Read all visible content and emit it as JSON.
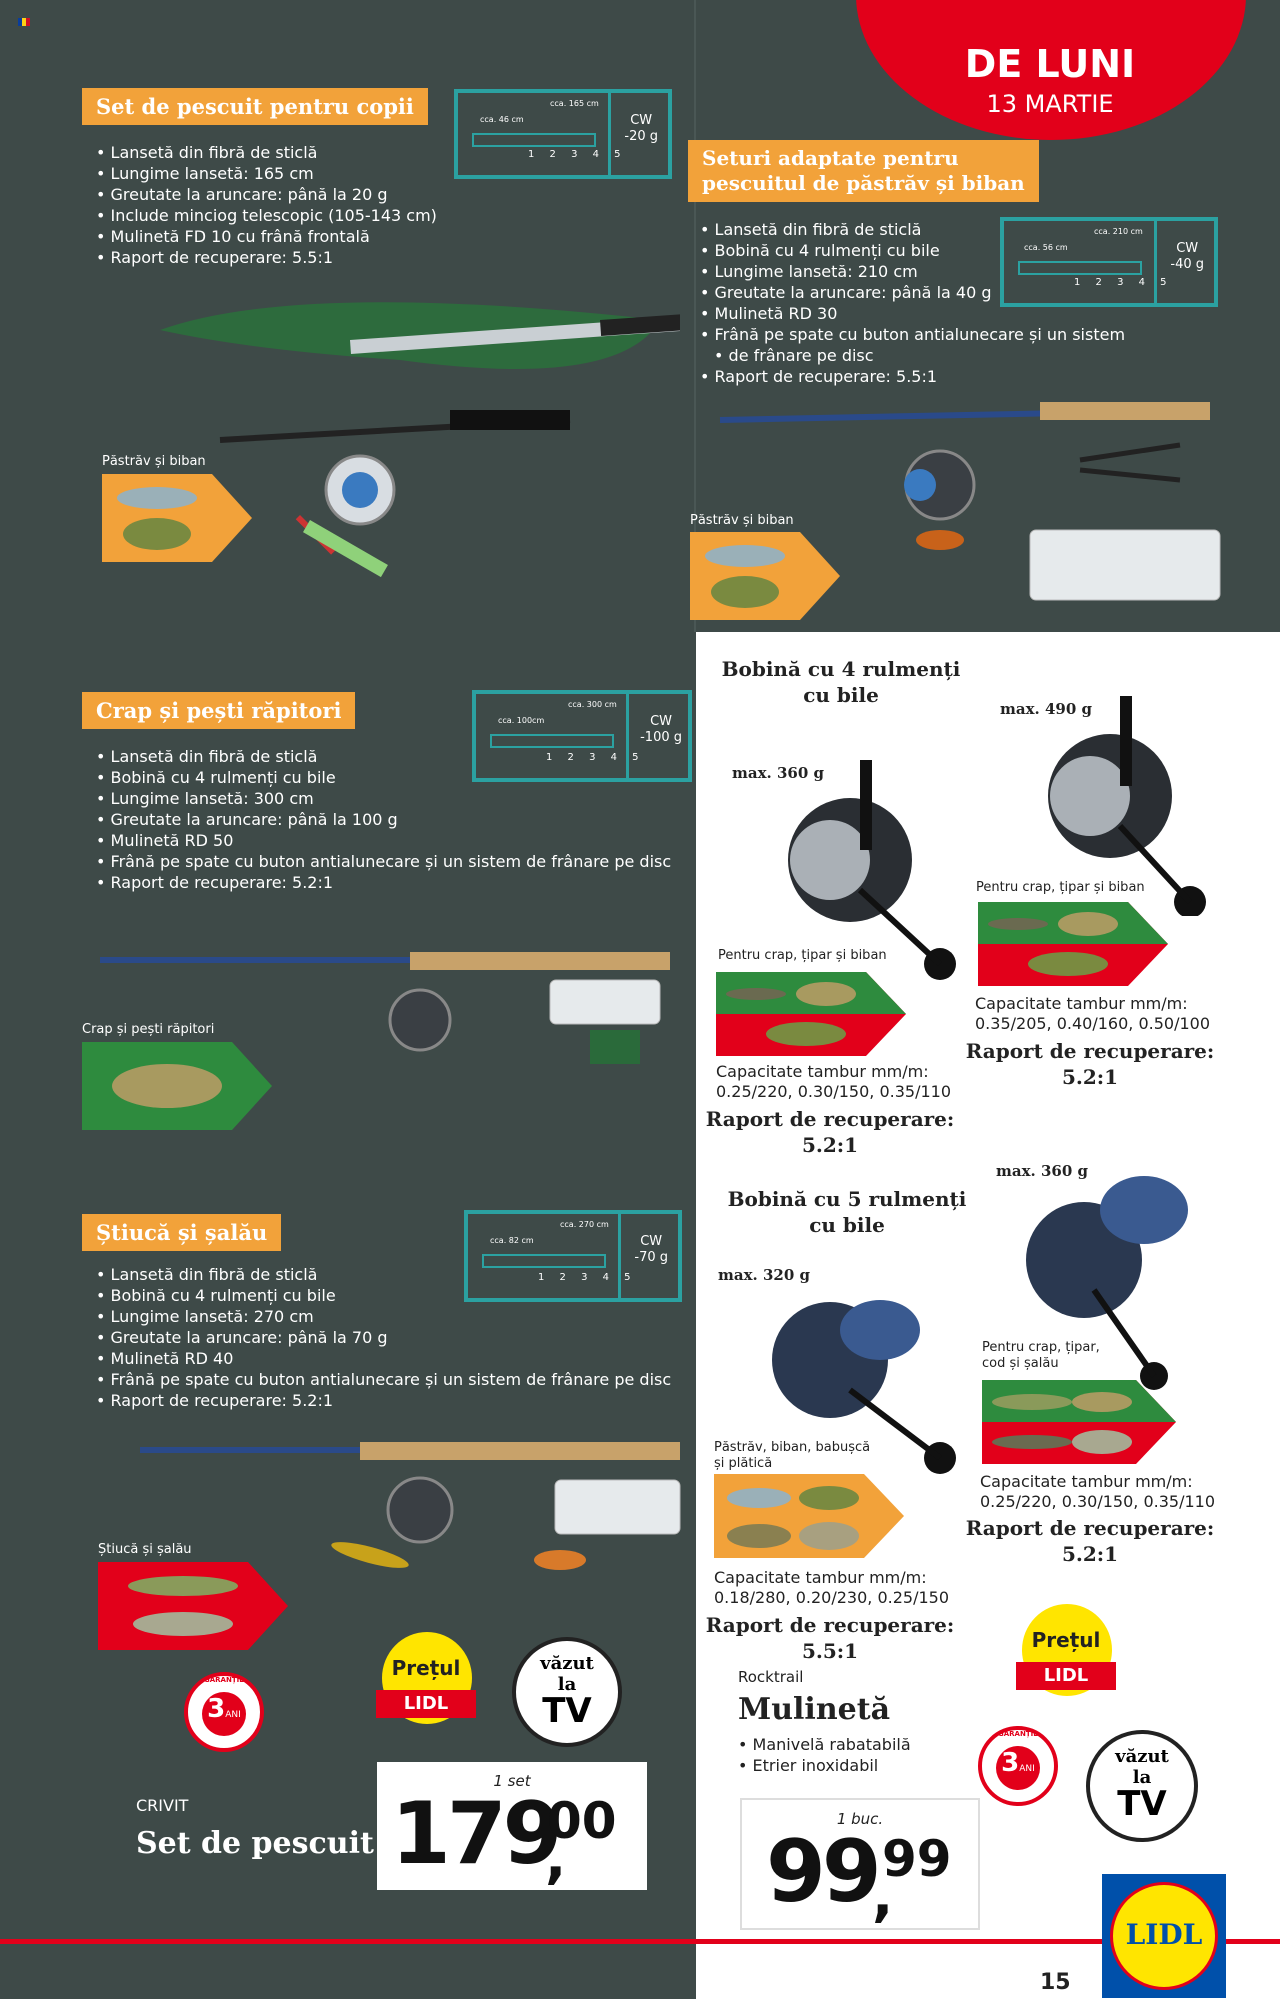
{
  "header": {
    "flag_icon": "romanian-flag-icon",
    "date_line1": "DE LUNI",
    "date_line2": "13 MARTIE"
  },
  "kids_set": {
    "title": "Set de pescuit pentru copii",
    "bullets": [
      "Lansetă din fibră de sticlă",
      "Lungime lansetă: 165 cm",
      "Greutate la aruncare: până la 20 g",
      "Include minciog telescopic (105-143 cm)",
      "Mulinetă FD 10 cu frână frontală",
      "Raport de recuperare: 5.5:1"
    ],
    "cw": {
      "len_short": "cca. 46 cm",
      "len_long": "cca. 165 cm",
      "nums": "1 2 3 4 5",
      "label": "CW",
      "value": "-20 g"
    },
    "fish_label": "Păstrăv și biban"
  },
  "trout_set": {
    "title_line1": "Seturi adaptate pentru",
    "title_line2": "pescuitul de păstrăv și biban",
    "bullets": [
      "Lansetă din fibră de sticlă",
      "Bobină cu 4 rulmenți cu bile",
      "Lungime lansetă: 210 cm",
      "Greutate la aruncare: până la 40 g",
      "Mulinetă RD 30",
      "Frână pe spate cu buton antialunecare și un sistem",
      "de frânare pe disc",
      "Raport de recuperare: 5.5:1"
    ],
    "cw": {
      "len_short": "cca. 56 cm",
      "len_long": "cca. 210 cm",
      "nums": "1 2 3 4 5",
      "label": "CW",
      "value": "-40 g"
    },
    "fish_label": "Păstrăv și biban"
  },
  "carp_set": {
    "title": "Crap și pești răpitori",
    "bullets": [
      "Lansetă din fibră de sticlă",
      "Bobină cu 4 rulmenți cu bile",
      "Lungime lansetă: 300 cm",
      "Greutate la aruncare: până la 100 g",
      "Mulinetă RD 50",
      "Frână pe spate cu buton antialunecare și un sistem de frânare pe disc",
      "Raport de recuperare: 5.2:1"
    ],
    "cw": {
      "len_short": "cca. 100cm",
      "len_long": "cca. 300 cm",
      "nums": "1 2 3 4 5",
      "label": "CW",
      "value": "-100 g"
    },
    "fish_label": "Crap și pești răpitori"
  },
  "pike_set": {
    "title": "Știucă și șalău",
    "bullets": [
      "Lansetă din fibră de sticlă",
      "Bobină cu 4 rulmenți cu bile",
      "Lungime lansetă: 270 cm",
      "Greutate la aruncare: până la 70 g",
      "Mulinetă RD 40",
      "Frână pe spate cu buton antialunecare și un sistem de frânare pe disc",
      "Raport de recuperare: 5.2:1"
    ],
    "cw": {
      "len_short": "cca. 82 cm",
      "len_long": "cca. 270 cm",
      "nums": "1 2 3 4 5",
      "label": "CW",
      "value": "-70 g"
    },
    "fish_label": "Știucă și șalău"
  },
  "reels4": {
    "title_line1": "Bobină cu 4 rulmenți",
    "title_line2": "cu bile",
    "reel_a": {
      "max": "max. 360 g",
      "fish_label": "Pentru crap, țipar și biban",
      "cap_title": "Capacitate tambur mm/m:",
      "cap_values": "0.25/220, 0.30/150, 0.35/110",
      "ratio_label": "Raport de recuperare:",
      "ratio": "5.2:1"
    },
    "reel_b": {
      "max": "max. 490 g",
      "fish_label": "Pentru crap, țipar și biban",
      "cap_title": "Capacitate tambur mm/m:",
      "cap_values": "0.35/205, 0.40/160, 0.50/100",
      "ratio_label": "Raport de recuperare:",
      "ratio": "5.2:1"
    }
  },
  "reels5": {
    "title_line1": "Bobină cu 5 rulmenți",
    "title_line2": "cu bile",
    "reel_a": {
      "max": "max. 320 g",
      "fish_label_line1": "Păstrăv, biban, babușcă",
      "fish_label_line2": "și plătică",
      "cap_title": "Capacitate tambur mm/m:",
      "cap_values": "0.18/280, 0.20/230, 0.25/150",
      "ratio_label": "Raport de recuperare:",
      "ratio": "5.5:1"
    },
    "reel_b": {
      "max": "max. 360 g",
      "fish_label_line1": "Pentru crap, țipar,",
      "fish_label_line2": "cod și șalău",
      "cap_title": "Capacitate tambur mm/m:",
      "cap_values": "0.25/220, 0.30/150, 0.35/110",
      "ratio_label": "Raport de recuperare:",
      "ratio": "5.2:1"
    }
  },
  "offer_set": {
    "brand": "CRIVIT",
    "name": "Set de pescuit",
    "unit": "1 set",
    "price_int": "179",
    "price_dec": "00",
    "pretul_line1": "Prețul",
    "pretul_line2": "LIDL",
    "tv_line1": "văzut",
    "tv_line2": "la",
    "tv_line3": "TV",
    "warranty": "3",
    "warranty_unit": "ANI",
    "warranty_ring": "GARANȚIE"
  },
  "offer_reel": {
    "brand": "Rocktrail",
    "name": "Mulinetă",
    "bullets": [
      "Manivelă rabatabilă",
      "Etrier inoxidabil"
    ],
    "unit": "1 buc.",
    "price_int": "99",
    "price_dec": "99",
    "pretul_line1": "Prețul",
    "pretul_line2": "LIDL",
    "tv_line1": "văzut",
    "tv_line2": "la",
    "tv_line3": "TV",
    "warranty": "3",
    "warranty_unit": "ANI",
    "warranty_ring": "GARANȚIE"
  },
  "footer": {
    "logo": "LIDL",
    "page_number": "15"
  },
  "colors": {
    "panel": "#3e4a48",
    "accent_orange": "#f2a23a",
    "teal": "#2ba1a1",
    "lidl_red": "#e30613",
    "lidl_blue": "#0050aa",
    "lidl_yellow": "#ffe500",
    "red_stripe": "#e2001a"
  }
}
